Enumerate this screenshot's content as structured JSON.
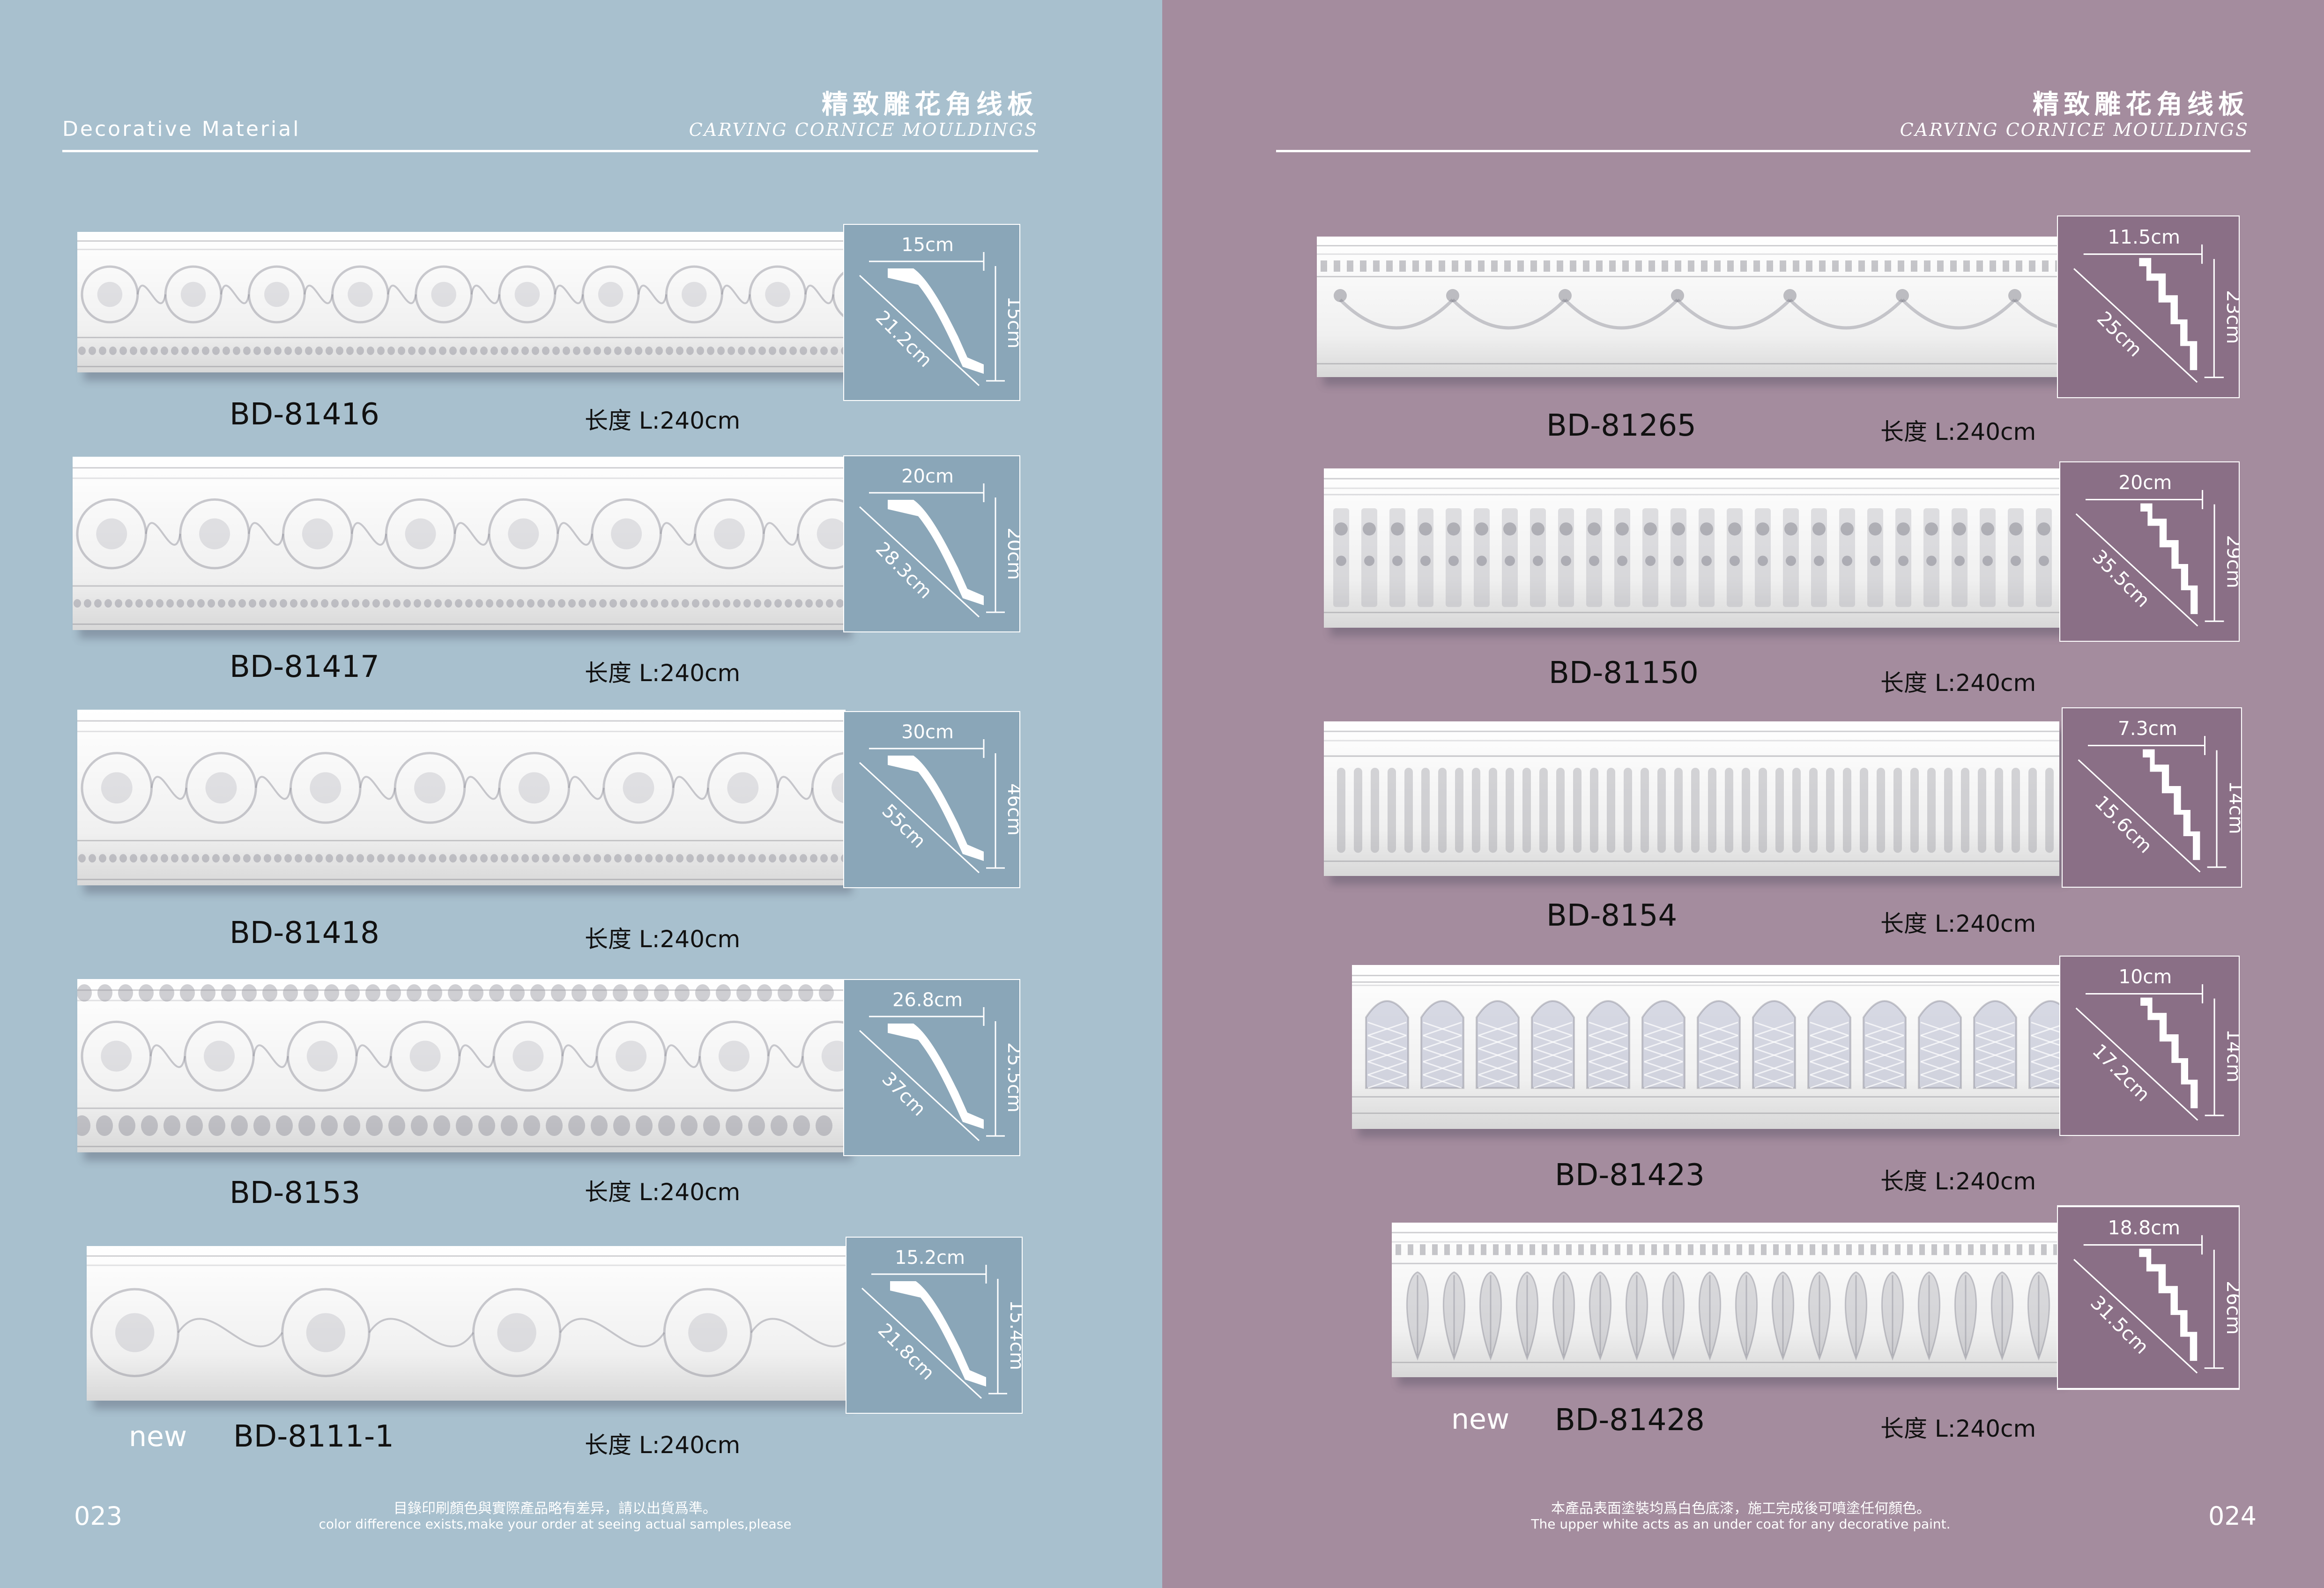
{
  "colors": {
    "left_bg": "#a8c0ce",
    "right_bg": "#a48c9e",
    "left_box": "#8aa6b8",
    "right_box": "#8a6f86"
  },
  "left": {
    "brand": "Decorative Material",
    "title_cn": "精致雕花角线板",
    "title_en": "CARVING CORNICE MOULDINGS",
    "page_number": "023",
    "footer_cn": "目錄印刷顏色與實際產品略有差异，請以出貨爲準。",
    "footer_en": "color difference exists,make your order at seeing actual samples,please",
    "products": [
      {
        "code": "BD-81416",
        "length": "长度 L:240cm",
        "width": "15cm",
        "height": "15cm",
        "diagonal": "21.2cm",
        "pattern": "scroll"
      },
      {
        "code": "BD-81417",
        "length": "长度 L:240cm",
        "width": "20cm",
        "height": "20cm",
        "diagonal": "28.3cm",
        "pattern": "scroll"
      },
      {
        "code": "BD-81418",
        "length": "长度 L:240cm",
        "width": "30cm",
        "height": "46cm",
        "diagonal": "55cm",
        "pattern": "scroll"
      },
      {
        "code": "BD-8153",
        "length": "长度 L:240cm",
        "width": "26.8cm",
        "height": "25.5cm",
        "diagonal": "37cm",
        "pattern": "egg-dart"
      },
      {
        "code": "BD-8111-1",
        "length": "长度 L:240cm",
        "width": "15.2cm",
        "height": "15.4cm",
        "diagonal": "21.8cm",
        "pattern": "leaf",
        "new_label": "new"
      }
    ]
  },
  "right": {
    "title_cn": "精致雕花角线板",
    "title_en": "CARVING CORNICE MOULDINGS",
    "page_number": "024",
    "footer_cn": "本產品表面塗裝均爲白色底漆，施工完成後可噴塗任何顏色。",
    "footer_en": "The upper white acts as an under coat for any decorative paint.",
    "products": [
      {
        "code": "BD-81265",
        "length": "长度 L:240cm",
        "width": "11.5cm",
        "height": "23cm",
        "diagonal": "25cm",
        "pattern": "swag"
      },
      {
        "code": "BD-81150",
        "length": "长度 L:240cm",
        "width": "20cm",
        "height": "29cm",
        "diagonal": "35.5cm",
        "pattern": "floral-column"
      },
      {
        "code": "BD-8154",
        "length": "长度 L:240cm",
        "width": "7.3cm",
        "height": "14cm",
        "diagonal": "15.6cm",
        "pattern": "flute"
      },
      {
        "code": "BD-81423",
        "length": "长度 L:240cm",
        "width": "10cm",
        "height": "14cm",
        "diagonal": "17.2cm",
        "pattern": "lattice"
      },
      {
        "code": "BD-81428",
        "length": "长度 L:240cm",
        "width": "18.8cm",
        "height": "26cm",
        "diagonal": "31.5cm",
        "pattern": "acanthus",
        "new_label": "new"
      }
    ]
  }
}
